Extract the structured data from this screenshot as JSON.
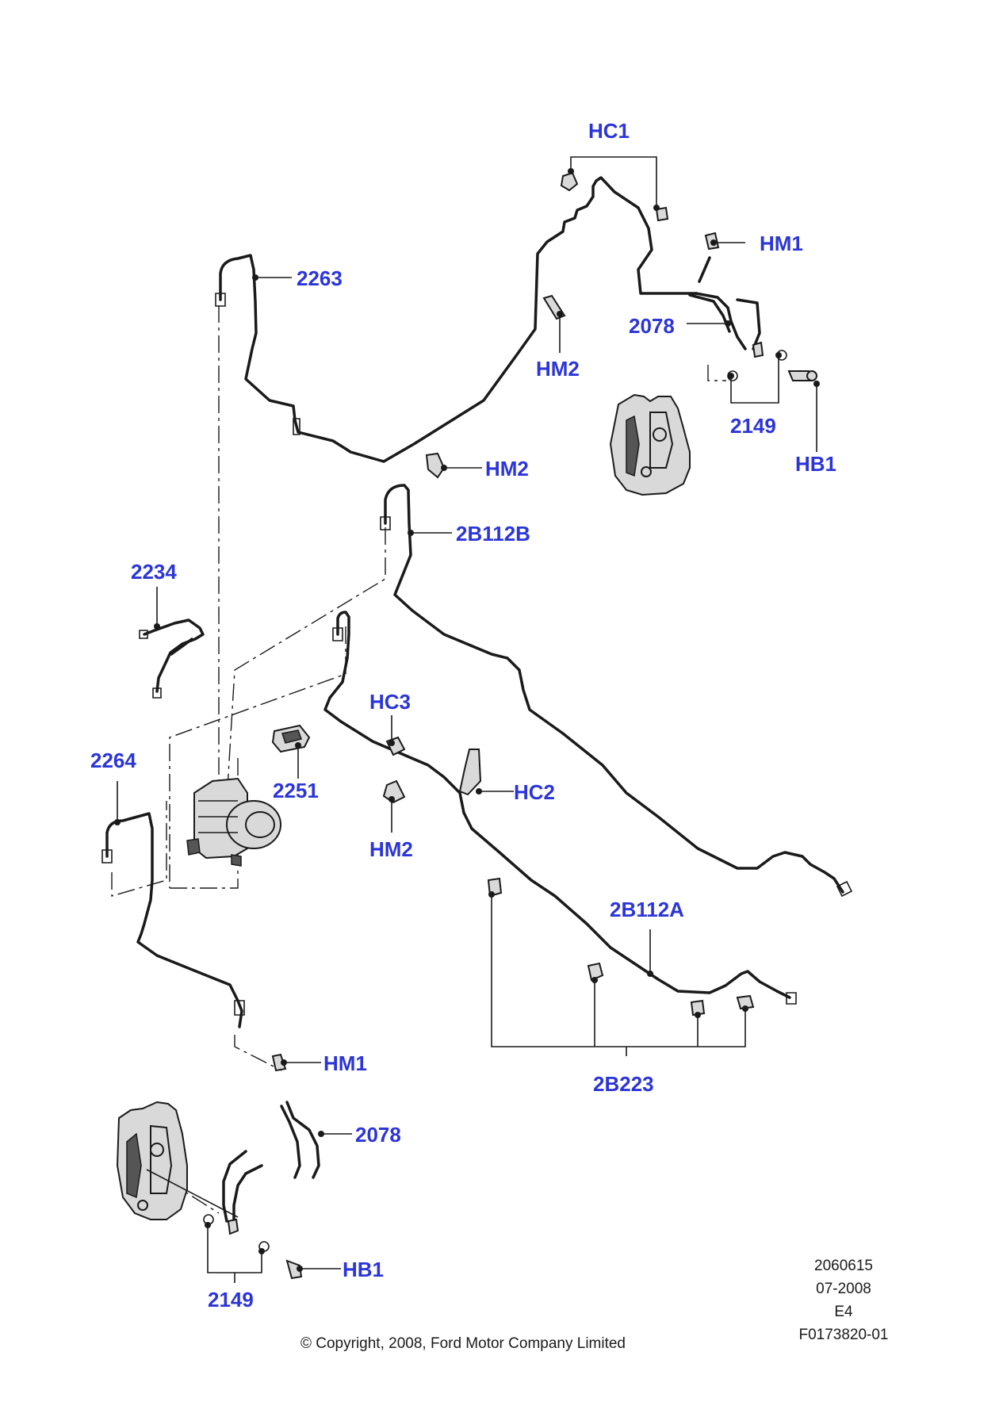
{
  "labels": {
    "hc1": "HC1",
    "hm1_top": "HM1",
    "n2263": "2263",
    "n2078_top": "2078",
    "hm2_top": "HM2",
    "n2149_top": "2149",
    "hb1_top": "HB1",
    "hm2_mid": "HM2",
    "n2b112b": "2B112B",
    "n2234": "2234",
    "hc3": "HC3",
    "n2264": "2264",
    "n2251": "2251",
    "hc2": "HC2",
    "hm2_low": "HM2",
    "n2b112a": "2B112A",
    "n2b223": "2B223",
    "hm1_bottom": "HM1",
    "n2078_bottom": "2078",
    "hb1_bottom": "HB1",
    "n2149_bottom": "2149"
  },
  "footer": {
    "code": "2060615",
    "date": "07-2008",
    "edition": "E4",
    "ref": "F0173820-01",
    "copyright": "© Copyright, 2008, Ford Motor Company Limited"
  },
  "colors": {
    "label": "#2b35d8",
    "line": "#1a1a1a"
  }
}
